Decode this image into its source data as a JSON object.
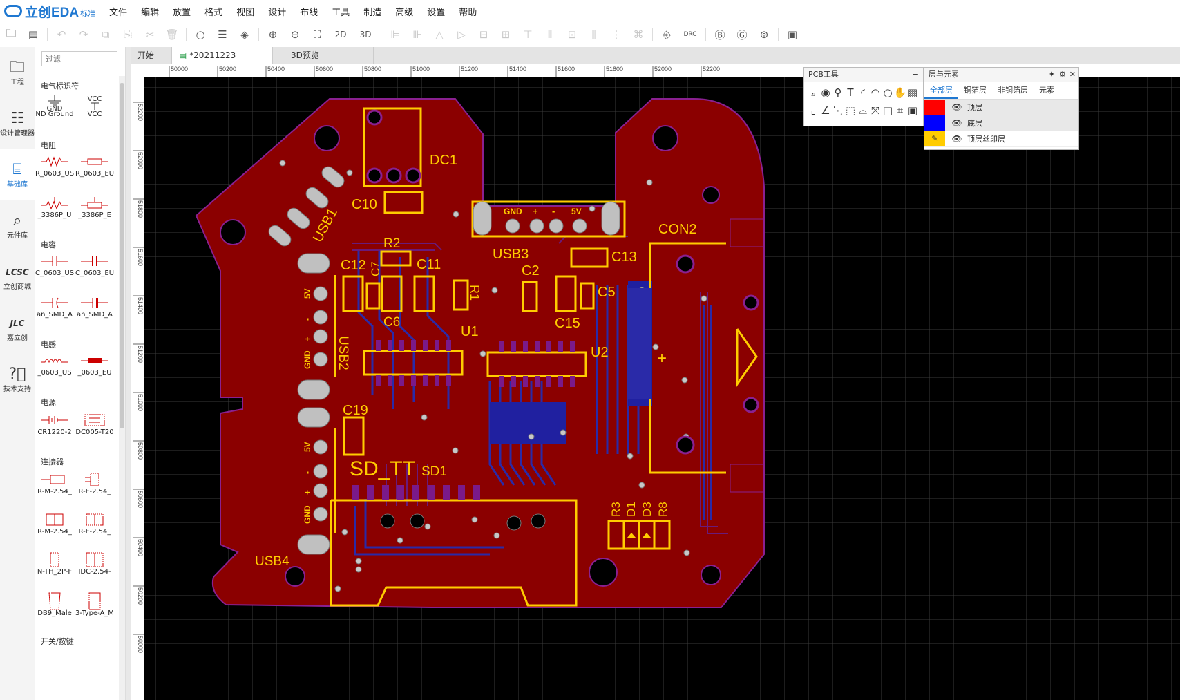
{
  "app": {
    "logo": "立创EDA",
    "edition": "标准"
  },
  "menu": [
    "文件",
    "编辑",
    "放置",
    "格式",
    "视图",
    "设计",
    "布线",
    "工具",
    "制造",
    "高级",
    "设置",
    "帮助"
  ],
  "toolbar": {
    "btn_2d": "2D",
    "btn_3d": "3D",
    "btn_drc": "DRC"
  },
  "leftnav": [
    {
      "label": "工程",
      "icon": "folder-icon"
    },
    {
      "label": "设计管理器",
      "icon": "list-icon"
    },
    {
      "label": "基础库",
      "icon": "chip-icon"
    },
    {
      "label": "元件库",
      "icon": "search-icon"
    },
    {
      "label": "立创商城",
      "icon": "lcsc-icon"
    },
    {
      "label": "嘉立创",
      "icon": "jlc-icon"
    },
    {
      "label": "技术支持",
      "icon": "help-icon"
    }
  ],
  "library": {
    "filter_placeholder": "过滤",
    "categories": {
      "c0": "电气标识符",
      "c1": "电阻",
      "c2": "电容",
      "c3": "电感",
      "c4": "电源",
      "c5": "连接器",
      "c6": "开关/按键"
    },
    "items": {
      "gnd_label": "ND Ground",
      "vcc_label": "VCC",
      "r1": "R_0603_US",
      "r2": "R_0603_EU",
      "r3": "_3386P_U",
      "r4": "_3386P_E",
      "c1": "C_0603_US",
      "c2": "C_0603_EU",
      "c3": "an_SMD_A",
      "c4": "an_SMD_A",
      "l1": "_0603_US",
      "l2": "_0603_EU",
      "p1": "CR1220-2",
      "p2": "DC005-T20",
      "h1": "R-M-2.54_",
      "h2": "R-F-2.54_",
      "h3": "R-M-2.54_",
      "h4": "R-F-2.54_",
      "h5": "N-TH_2P-F",
      "h6": "IDC-2.54-",
      "h7": "DB9_Male",
      "h8": "3-Type-A_M"
    },
    "sym_text": {
      "gnd": "GND",
      "vcc": "VCC"
    }
  },
  "tabs": [
    "开始",
    "*20211223",
    "3D预览"
  ],
  "ruler": {
    "top": [
      "50000",
      "50200",
      "50400",
      "50600",
      "50800",
      "51000",
      "51200",
      "51400",
      "51600",
      "51800",
      "52000",
      "52200"
    ],
    "left": [
      "52200",
      "52000",
      "51800",
      "51600",
      "51400",
      "51200",
      "51000",
      "50800",
      "50600",
      "50400",
      "50200",
      "50000"
    ]
  },
  "pcb_labels": {
    "dc1": "DC1",
    "c10": "C10",
    "usb1": "USB1",
    "r2": "R2",
    "c12": "C12",
    "c7": "C7",
    "c11": "C11",
    "c6": "C6",
    "r1": "R1",
    "u1": "U1",
    "usb3": "USB3",
    "c2": "C2",
    "c13": "C13",
    "c15": "C15",
    "c5": "C5",
    "u2": "U2",
    "con2": "CON2",
    "usb2": "USB2",
    "c19": "C19",
    "sd_tt": "SD_TT",
    "sd1": "SD1",
    "usb4": "USB4",
    "r3": "R3",
    "d1": "D1",
    "d3": "D3",
    "r8": "R8",
    "gnd": "GND",
    "plus": "+",
    "minus": "-",
    "v5": "5V"
  },
  "pcb_tools": {
    "title": "PCB工具",
    "minimize": "−"
  },
  "layers": {
    "title": "层与元素",
    "tabs": [
      "全部层",
      "铜箔层",
      "非铜箔层",
      "元素"
    ],
    "rows": [
      {
        "name": "顶层",
        "color": "#ff0000"
      },
      {
        "name": "底层",
        "color": "#0000ff"
      },
      {
        "name": "顶层丝印层",
        "color": "#ffcc00"
      }
    ]
  },
  "colors": {
    "board": "#8b0000",
    "silk": "#ffcc00",
    "bottom": "#2020b0",
    "outline": "#8a2090",
    "accent": "#1f78d1"
  }
}
